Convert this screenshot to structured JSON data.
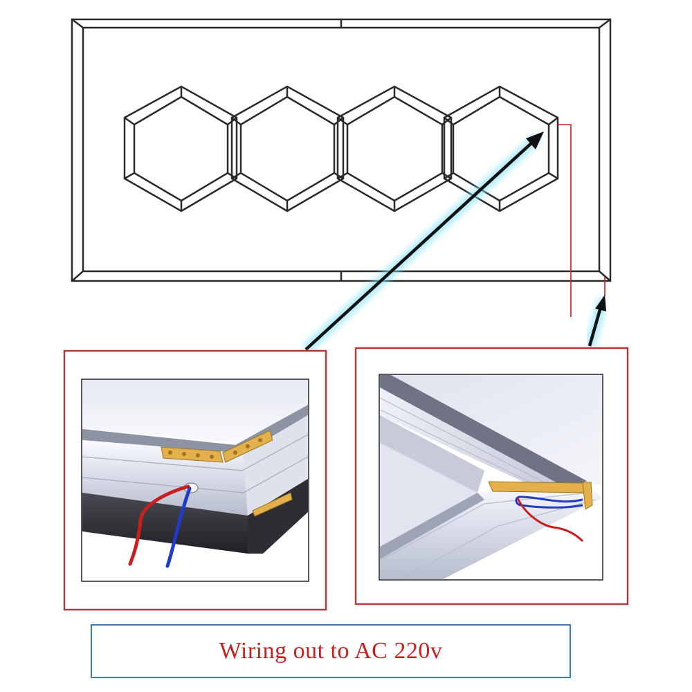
{
  "caption": {
    "text": "Wiring out to AC 220v"
  },
  "colors": {
    "frame_line": "#2a2a2a",
    "callout_border": "#b03a3a",
    "caption_border": "#3a78c0",
    "caption_text": "#c8201e",
    "wire_red": "#c81e1e",
    "wire_blue": "#1e3cc8",
    "connector_gold": "#e3b04b",
    "arrow": "#111111",
    "arrow_glow": "#7fe0ff"
  },
  "diagram": {
    "hexagon_count": 4,
    "callouts": [
      "left-corner-detail",
      "right-corner-detail"
    ],
    "wires": [
      "red",
      "blue"
    ]
  }
}
